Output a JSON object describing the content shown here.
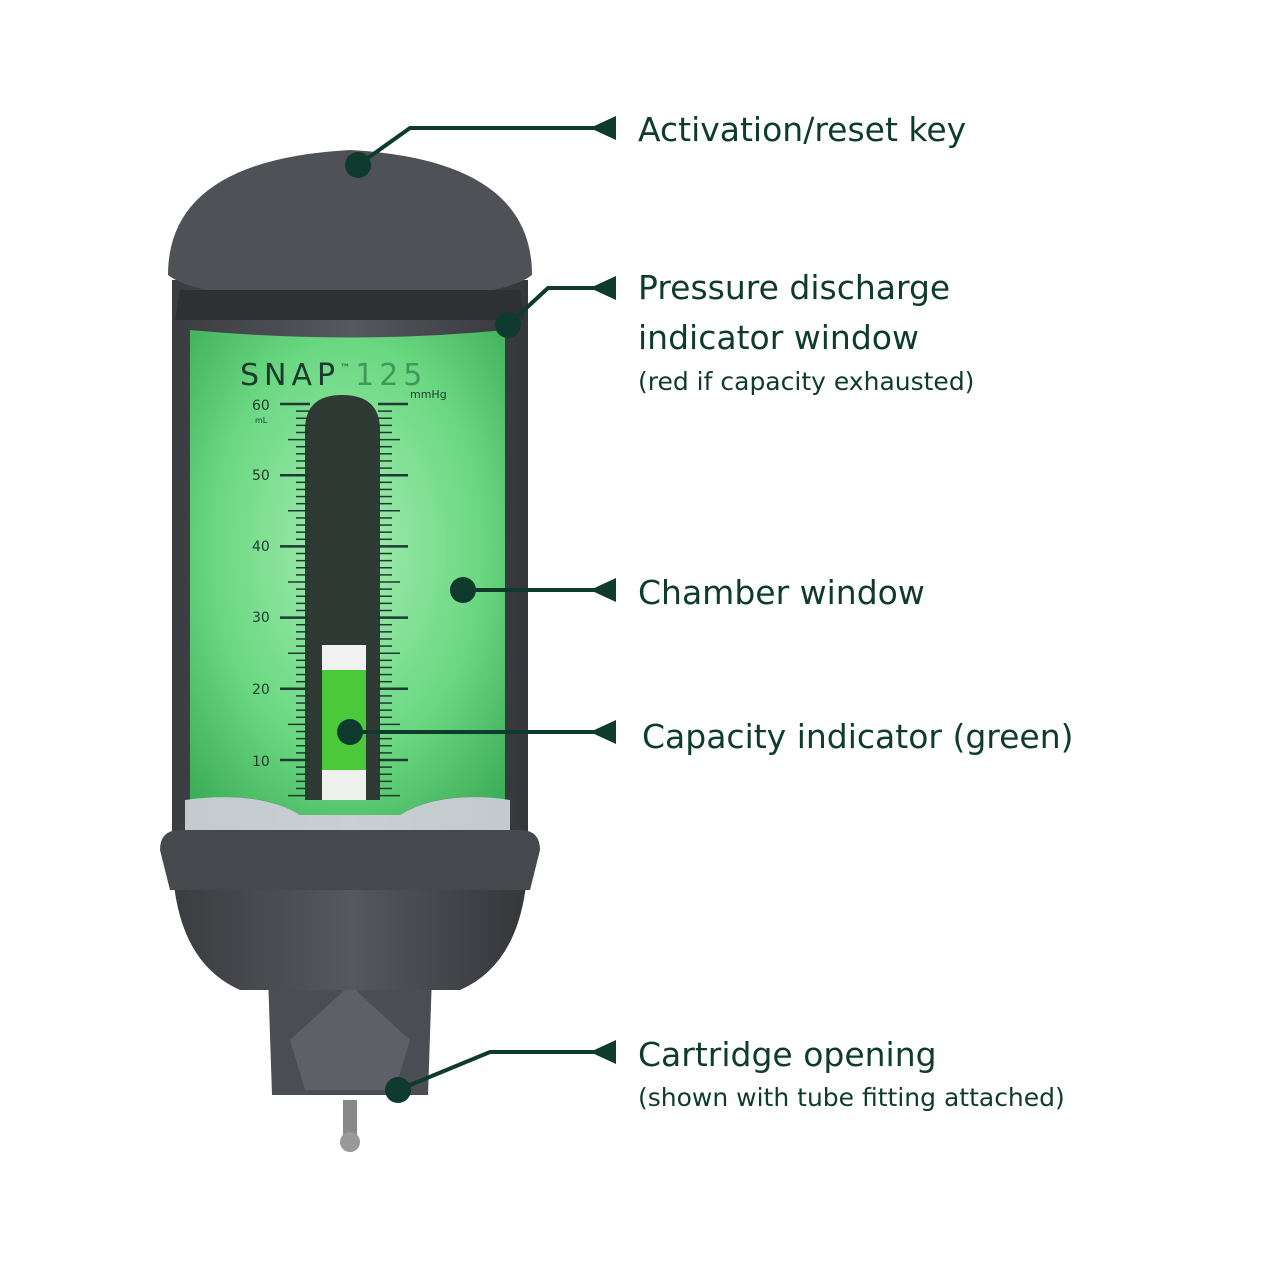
{
  "device": {
    "brand": "SNAP",
    "trademark": "™",
    "model": "125",
    "unit_pressure": "mmHg",
    "unit_volume": "mL",
    "scale_labels": [
      "60",
      "50",
      "40",
      "30",
      "20",
      "10"
    ]
  },
  "callouts": [
    {
      "label": "Activation/reset key"
    },
    {
      "label_line1": "Pressure discharge",
      "label_line2": "indicator window",
      "note": "(red if capacity exhausted)"
    },
    {
      "label": "Chamber window"
    },
    {
      "label": "Capacity indicator (green)"
    },
    {
      "label": "Cartridge opening",
      "note": "(shown with tube fitting attached)"
    }
  ],
  "colors": {
    "callout": "#0f3b2f",
    "body": "#4a4d52",
    "window_green": "#5fd27a",
    "indicator_green": "#4cc93a"
  }
}
